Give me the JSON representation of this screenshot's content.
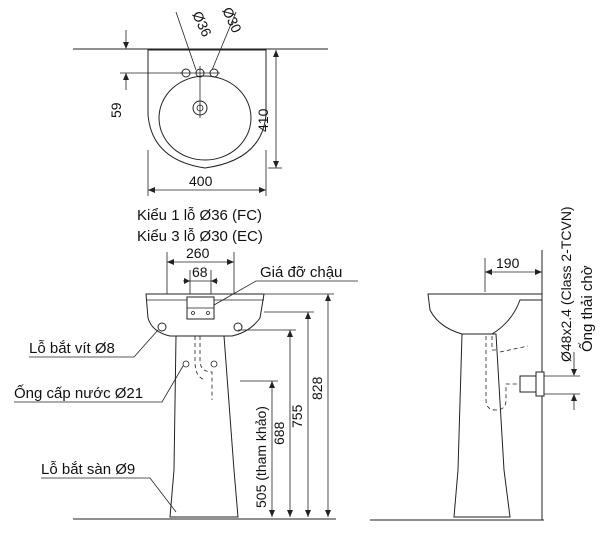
{
  "top_view": {
    "dims": {
      "hole_36": "Ø36",
      "hole_30": "Ø30",
      "depth_59": "59",
      "height_410": "410",
      "width_400": "400"
    }
  },
  "front_view": {
    "variant_1": "Kiểu 1 lỗ Ø36 (FC)",
    "variant_3": "Kiểu 3 lỗ Ø30 (EC)",
    "dims": {
      "w260": "260",
      "w68": "68",
      "h505": "505 (tham khảo)",
      "h688": "688",
      "h755": "755",
      "h828": "828"
    },
    "labels": {
      "bracket": "Giá đỡ chậu",
      "screw_hole": "Lỗ bắt vít Ø8",
      "supply_pipe": "Ống cấp nước Ø21",
      "floor_hole": "Lỗ bắt sàn Ø9"
    }
  },
  "side_view": {
    "dims": {
      "d190": "190",
      "pipe": "Ø48x2.4 (Class 2-TCVN)"
    },
    "labels": {
      "drain": "Ống thải chờ"
    }
  }
}
